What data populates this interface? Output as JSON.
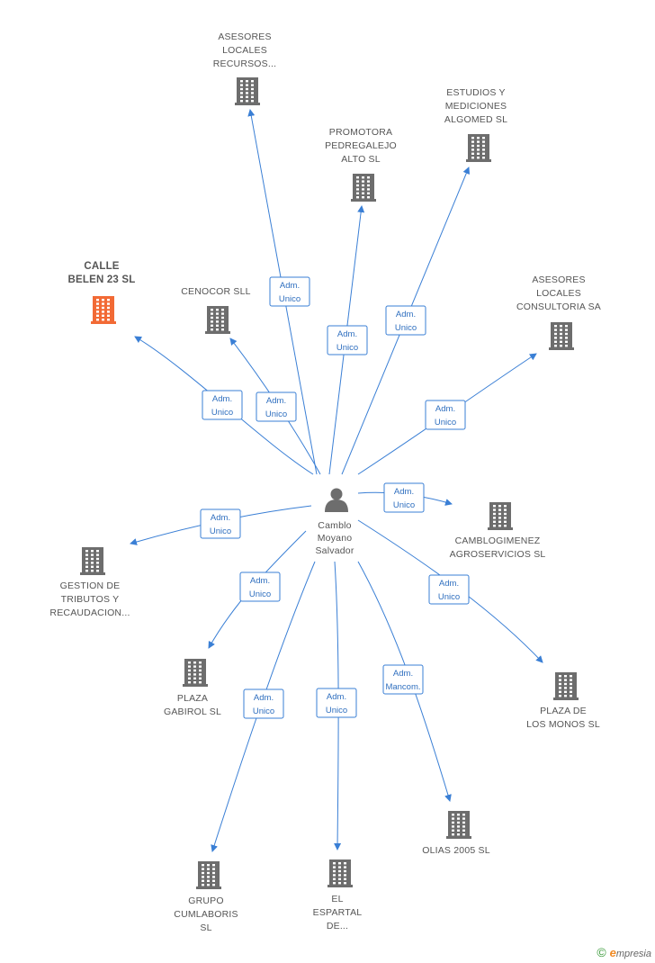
{
  "colors": {
    "edge": "#3a7fd5",
    "building": "#6d6d6d",
    "building_highlight": "#f26a35",
    "person": "#6d6d6d",
    "label": "#555555"
  },
  "center": {
    "label_lines": [
      "Camblo",
      "Moyano",
      "Salvador"
    ],
    "icon": "person-icon"
  },
  "companies": [
    {
      "id": "asesores-locales-recursos",
      "lines": [
        "ASESORES",
        "LOCALES",
        "RECURSOS..."
      ],
      "role": [
        "Adm.",
        "Unico"
      ],
      "highlight": false
    },
    {
      "id": "estudios-mediciones",
      "lines": [
        "ESTUDIOS Y",
        "MEDICIONES",
        "ALGOMED SL"
      ],
      "role": [
        "Adm.",
        "Unico"
      ],
      "highlight": false
    },
    {
      "id": "promotora-pedregalejo",
      "lines": [
        "PROMOTORA",
        "PEDREGALEJO",
        "ALTO SL"
      ],
      "role": [
        "Adm.",
        "Unico"
      ],
      "highlight": false
    },
    {
      "id": "calle-belen",
      "lines": [
        "CALLE",
        "BELEN 23 SL"
      ],
      "role": [
        "Adm.",
        "Unico"
      ],
      "highlight": true
    },
    {
      "id": "cenocor",
      "lines": [
        "CENOCOR  SLL"
      ],
      "role": [
        "Adm.",
        "Unico"
      ],
      "highlight": false
    },
    {
      "id": "asesores-locales-consultoria",
      "lines": [
        "ASESORES",
        "LOCALES",
        "CONSULTORIA SA"
      ],
      "role": [
        "Adm.",
        "Unico"
      ],
      "highlight": false
    },
    {
      "id": "camblogimenez",
      "lines": [
        "CAMBLOGIMENEZ",
        "AGROSERVICIOS SL"
      ],
      "role": [
        "Adm.",
        "Unico"
      ],
      "highlight": false
    },
    {
      "id": "gestion-tributos",
      "lines": [
        "GESTION DE",
        "TRIBUTOS Y",
        "RECAUDACION..."
      ],
      "role": [
        "Adm.",
        "Unico"
      ],
      "highlight": false
    },
    {
      "id": "plaza-gabirol",
      "lines": [
        "PLAZA",
        "GABIROL SL"
      ],
      "role": [
        "Adm.",
        "Unico"
      ],
      "highlight": false
    },
    {
      "id": "plaza-monos",
      "lines": [
        "PLAZA DE",
        "LOS MONOS SL"
      ],
      "role": [
        "Adm.",
        "Unico"
      ],
      "highlight": false
    },
    {
      "id": "olias",
      "lines": [
        "OLIAS 2005 SL"
      ],
      "role": [
        "Adm.",
        "Mancom."
      ],
      "highlight": false
    },
    {
      "id": "grupo-cumlaboris",
      "lines": [
        "GRUPO",
        "CUMLABORIS",
        "SL"
      ],
      "role": [
        "Adm.",
        "Unico"
      ],
      "highlight": false
    },
    {
      "id": "el-espartal",
      "lines": [
        "EL",
        "ESPARTAL",
        "DE..."
      ],
      "role": [
        "Adm.",
        "Unico"
      ],
      "highlight": false
    }
  ],
  "footer": {
    "copyright": "©",
    "brand_initial": "e",
    "brand_rest": "mpresia"
  }
}
